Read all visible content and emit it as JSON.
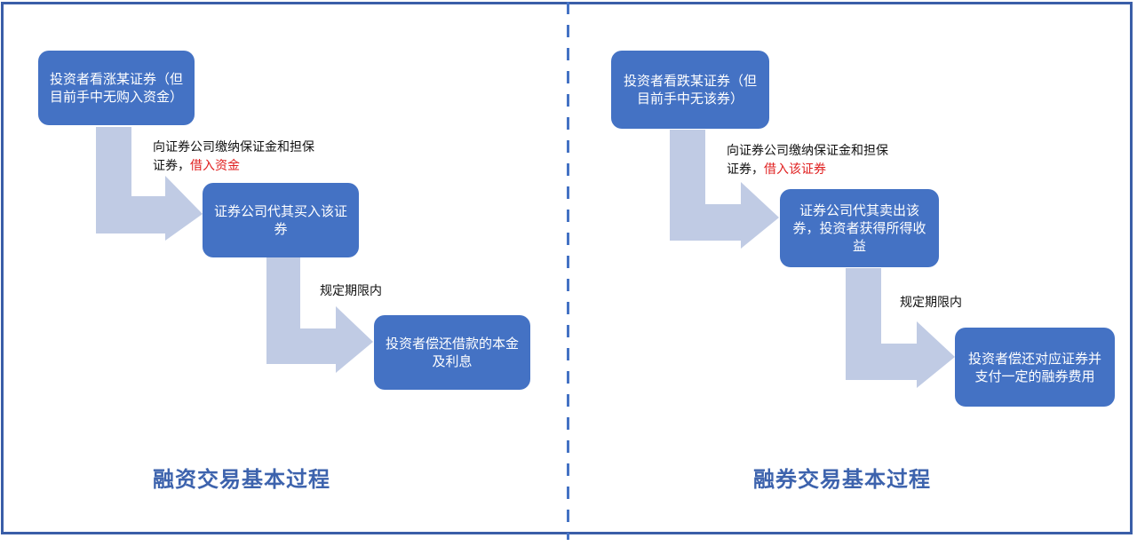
{
  "left_panel": {
    "title": "融资交易基本过程",
    "steps": [
      "投资者看涨某证券（但目前手中无购入资金）",
      "证券公司代其买入该证券",
      "投资者偿还借款的本金及利息"
    ],
    "transitions": [
      {
        "text": "向证券公司缴纳保证金和担保证券，",
        "highlight": "借入资金"
      },
      {
        "text": "规定期限内",
        "highlight": ""
      }
    ]
  },
  "right_panel": {
    "title": "融券交易基本过程",
    "steps": [
      "投资者看跌某证券（但目前手中无该券）",
      "证券公司代其卖出该券，投资者获得所得收益",
      "投资者偿还对应证券并支付一定的融券费用"
    ],
    "transitions": [
      {
        "text": "向证券公司缴纳保证金和担保证券，",
        "highlight": "借入该证券"
      },
      {
        "text": "规定期限内",
        "highlight": ""
      }
    ]
  },
  "colors": {
    "box": "#4472c4",
    "arrow": "#c0cbe4",
    "highlight": "#e02020",
    "title": "#3d63ad",
    "border": "#3a5ea8"
  }
}
